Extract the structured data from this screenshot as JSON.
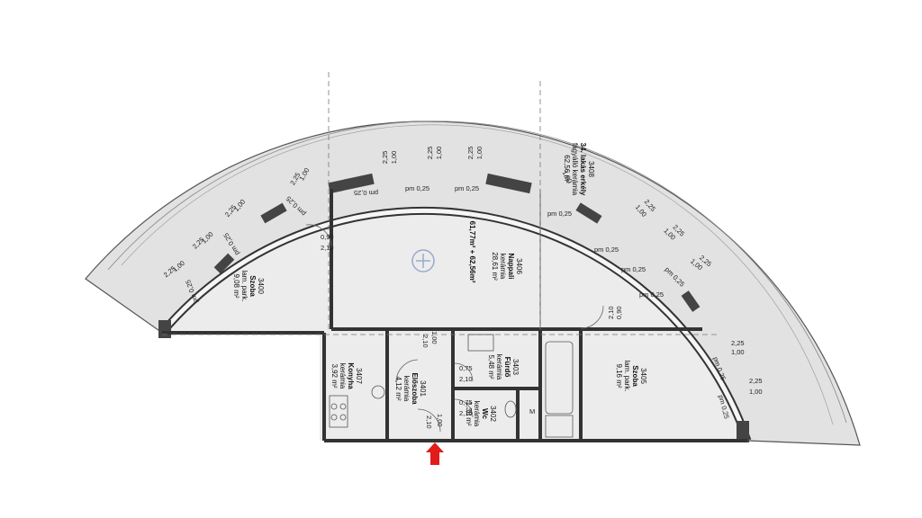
{
  "rooms": [
    {
      "id": "3400",
      "name": "Szoba",
      "floor": "lam. park.",
      "area": "9,08 m²"
    },
    {
      "id": "3406",
      "name": "Nappali",
      "floor": "kerámia",
      "area": "28,61 m²"
    },
    {
      "id": "3408",
      "name": "34. lakás erkély",
      "floor": "fagyálló kerámia",
      "area": "62,56 m²"
    },
    {
      "id": "3407",
      "name": "Konyha",
      "floor": "kerámia",
      "area": "3,92 m²"
    },
    {
      "id": "3401",
      "name": "Előszoba",
      "floor": "kerámia",
      "area": "4,12 m²"
    },
    {
      "id": "3403",
      "name": "Fürdő",
      "floor": "kerámia",
      "area": "5,48 m²"
    },
    {
      "id": "3402",
      "name": "Wc",
      "floor": "kerámia",
      "area": "1,38 m²"
    },
    {
      "id": "3405",
      "name": "Szoba",
      "floor": "lam. park.",
      "area": "9,16 m²"
    }
  ],
  "total_area": "61,77m² + 62,56m²",
  "labels": {
    "pm": "pm 0,25",
    "door_090_w": "0,90",
    "door_090_h": "2,10",
    "door_100_w": "1,00",
    "door_100_h": "2,10",
    "door_075_w": "0,75",
    "door_075_h": "2,10",
    "win_w": "1,00",
    "win_h": "2,25",
    "bath_m": "M"
  }
}
